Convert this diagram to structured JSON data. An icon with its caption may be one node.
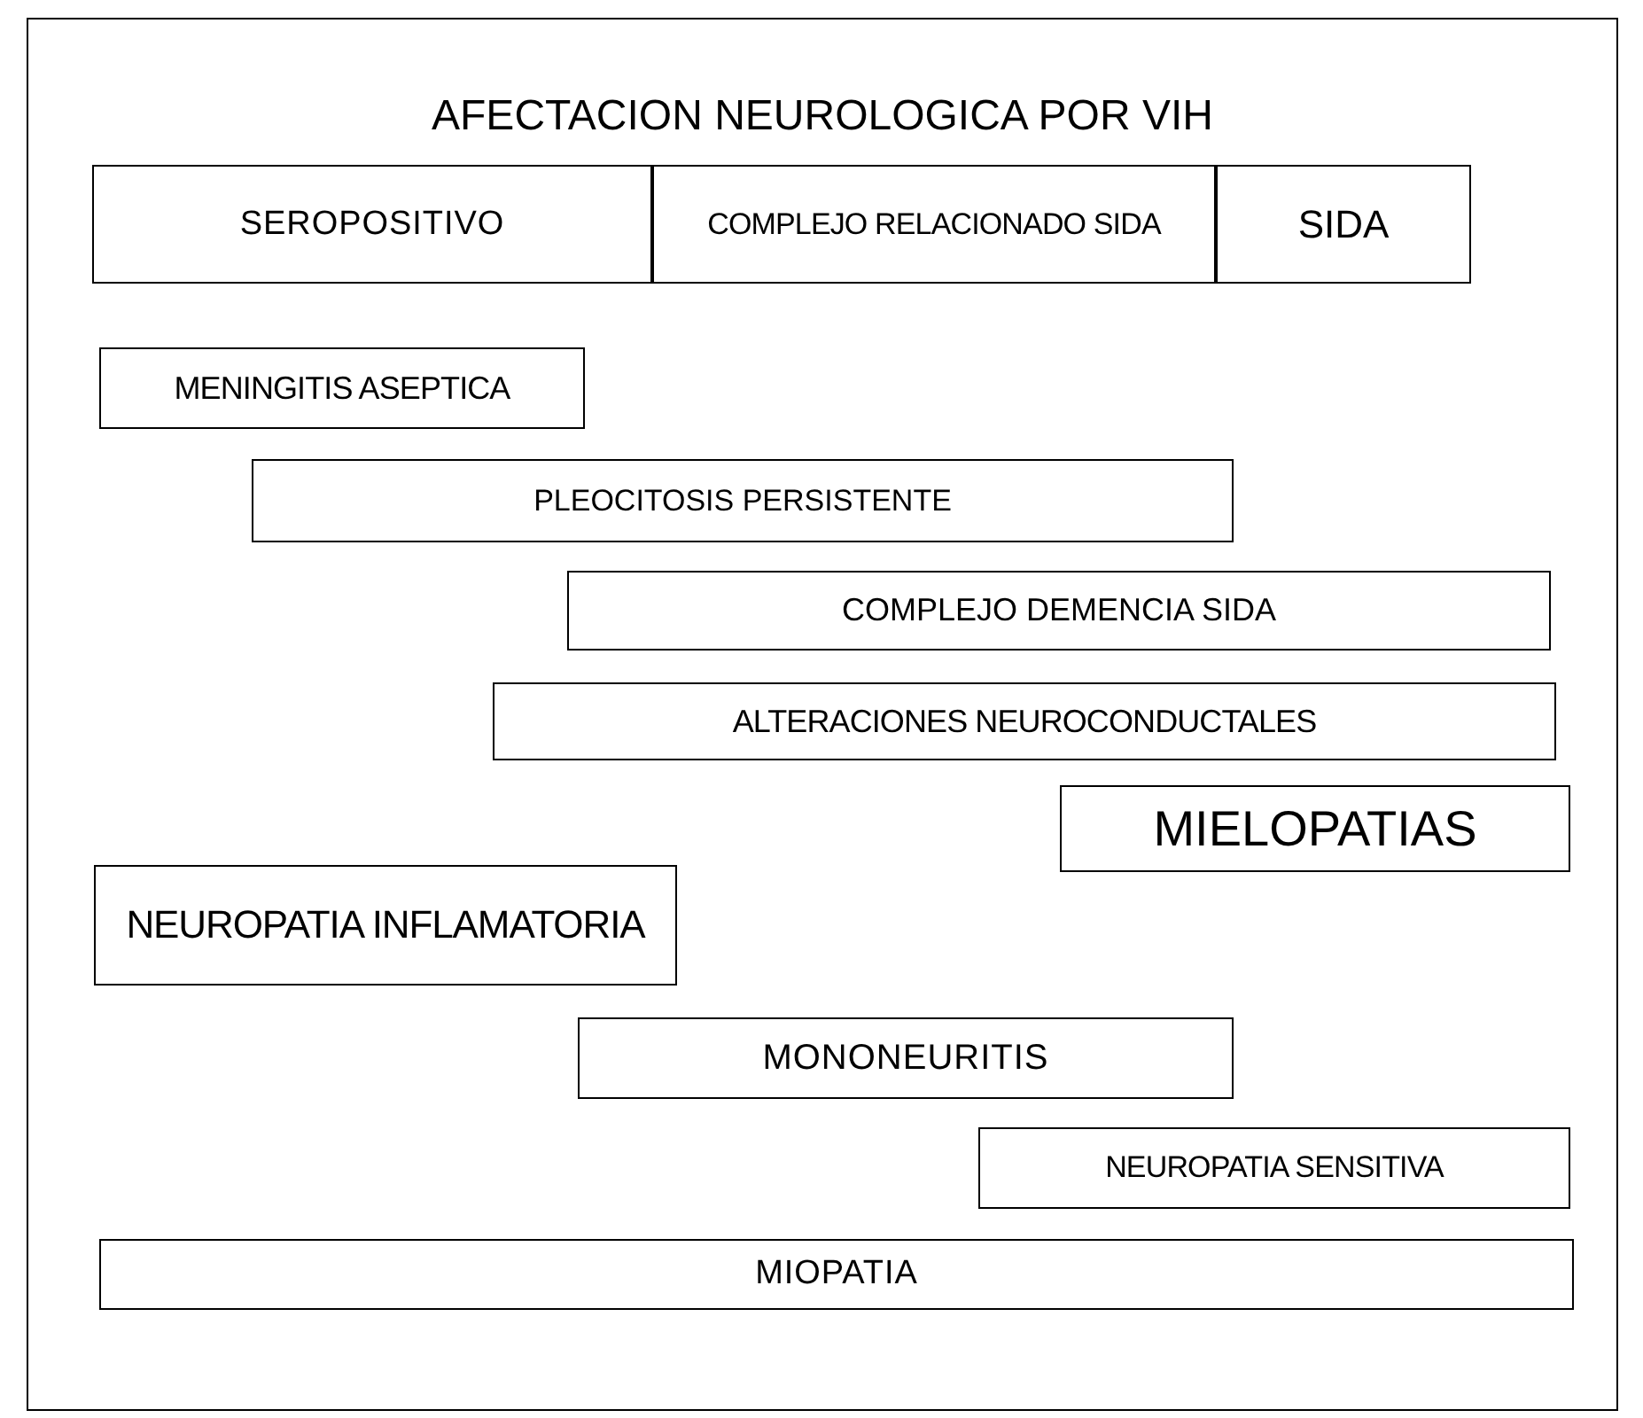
{
  "diagram": {
    "title": "AFECTACION NEUROLOGICA POR VIH",
    "nodes": [
      {
        "text": [
          "SEROPOSITIVO"
        ]
      },
      {
        "text": [
          "COMPLEJO RELACIONADO SIDA"
        ]
      },
      {
        "text": [
          "SIDA"
        ]
      },
      {
        "text": [
          "MENINGITIS ASEPTICA"
        ]
      },
      {
        "text": [
          "PLEOCITOSIS PERSISTENTE"
        ]
      },
      {
        "text": [
          "COMPLEJO DEMENCIA SIDA"
        ]
      },
      {
        "text": [
          "ALTERACIONES NEUROCONDUCTALES"
        ]
      },
      {
        "text": [
          "MIELOPATIAS"
        ]
      },
      {
        "text": [
          "NEUROPATIA INFLAMATORIA"
        ]
      },
      {
        "text": [
          "MONONEURITIS"
        ]
      },
      {
        "text": [
          "NEUROPATIA SENSITIVA"
        ]
      },
      {
        "text": [
          "MIOPATIA"
        ]
      }
    ]
  }
}
